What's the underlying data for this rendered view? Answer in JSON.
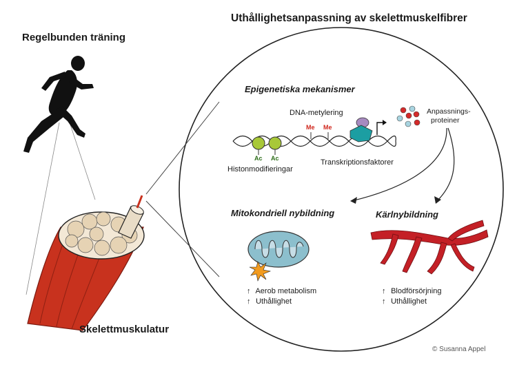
{
  "title": "Uthållighetsanpassning av skelettmuskelfibrer",
  "left": {
    "training_label": "Regelbunden träning",
    "muscle_label": "Skelettmuskulatur"
  },
  "circle": {
    "epigenetic_heading": "Epigenetiska mekanismer",
    "dna_methylation": "DNA-metylering",
    "histone_mod": "Histonmodifieringar",
    "transcription_factors": "Transkriptionsfaktorer",
    "adaptation_proteins_line1": "Anpassnings-",
    "adaptation_proteins_line2": "proteiner",
    "methyl_mark": "Me",
    "acetyl_mark": "Ac",
    "mito_heading": "Mitokondriell nybildning",
    "angio_heading": "Kärlnybildning",
    "mito_effects": [
      "Aerob metabolism",
      "Uthållighet"
    ],
    "angio_effects": [
      "Blodförsörjning",
      "Uthållighet"
    ],
    "up_arrow": "↑"
  },
  "copyright": "© Susanna Appel",
  "colors": {
    "muscle_red": "#c8321e",
    "vessel_red": "#c42026",
    "histone_green": "#a8c838",
    "tf_teal": "#1c9ea2",
    "mito_blue": "#8cbfcd",
    "methyl_red": "#d0281e"
  }
}
